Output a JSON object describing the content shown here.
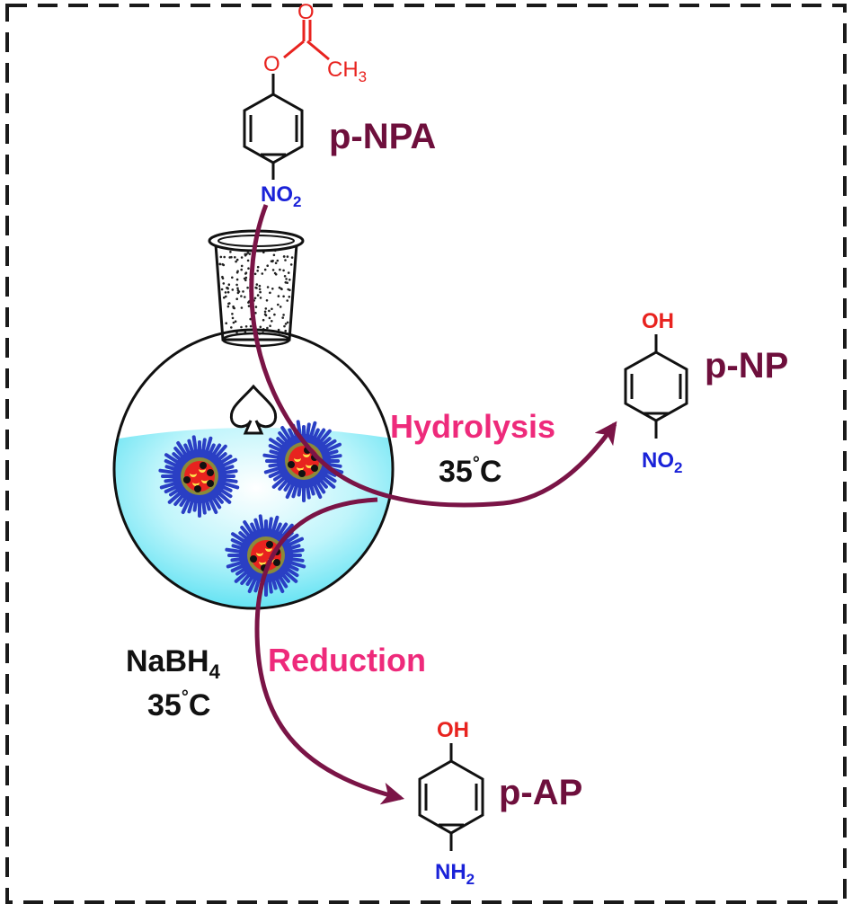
{
  "reactant": {
    "name": "p-NPA",
    "ester_o": "O",
    "carbonyl_o": "O",
    "methyl": "CH",
    "methyl_sub": "3",
    "nitro": "NO",
    "nitro_sub": "2"
  },
  "hydrolysis": {
    "label": "Hydrolysis",
    "temp": "35",
    "temp_deg": "°",
    "temp_unit": "C",
    "product_name": "p-NP",
    "product_oh": "OH",
    "product_nitro": "NO",
    "product_nitro_sub": "2"
  },
  "reduction": {
    "label": "Reduction",
    "reagent": "NaBH",
    "reagent_sub": "4",
    "temp": "35",
    "temp_deg": "°",
    "temp_unit": "C",
    "product_name": "p-AP",
    "product_oh": "OH",
    "product_amine": "NH",
    "product_amine_sub": "2"
  },
  "colors": {
    "arrow": "#7a1446",
    "label_maroon": "#6e0f3c",
    "label_pink": "#ee2a7b",
    "oxygen": "#e8231f",
    "nitrogen": "#1a22d8",
    "liquid": "#4fe3f5",
    "nanoparticle_shell": "#2a3fc4",
    "nanoparticle_core": "#e8231f"
  },
  "icons": [
    "spade-icon",
    "reaction-flask-icon",
    "nanoparticle-icon"
  ]
}
